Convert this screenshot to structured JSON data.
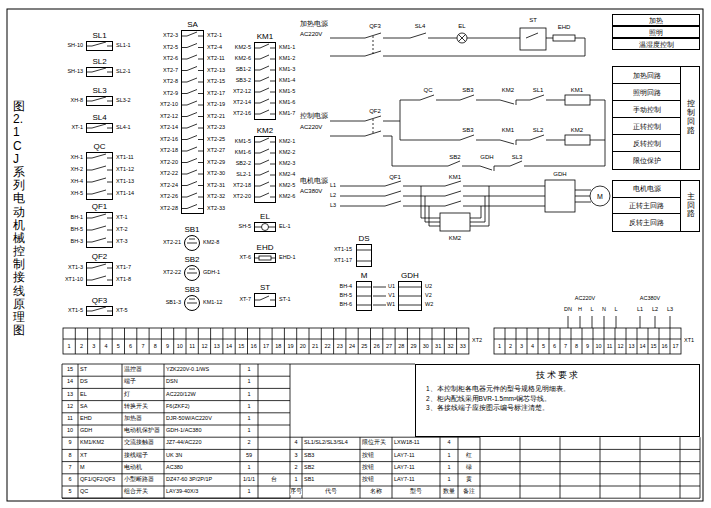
{
  "diagram": {
    "title": "图2.1 CJ系列电动机械控制接线原理图",
    "nodes": [
      {
        "text": [
          "SL1"
        ]
      },
      {
        "text": [
          "SL2"
        ]
      },
      {
        "text": [
          "SL3"
        ]
      },
      {
        "text": [
          "SL4"
        ]
      },
      {
        "text": [
          "QC"
        ]
      },
      {
        "text": [
          "QF1"
        ]
      },
      {
        "text": [
          "QF2"
        ]
      },
      {
        "text": [
          "QF3"
        ]
      },
      {
        "text": [
          "SA"
        ]
      },
      {
        "text": [
          "SB1"
        ]
      },
      {
        "text": [
          "SB2"
        ]
      },
      {
        "text": [
          "SB3"
        ]
      },
      {
        "text": [
          "KM1"
        ]
      },
      {
        "text": [
          "KM2"
        ]
      },
      {
        "text": [
          "EL"
        ]
      },
      {
        "text": [
          "EHD"
        ]
      },
      {
        "text": [
          "ST"
        ]
      },
      {
        "text": [
          "DS"
        ]
      },
      {
        "text": [
          "M"
        ]
      },
      {
        "text": [
          "GDH"
        ]
      },
      {
        "text": [
          "加热"
        ]
      },
      {
        "text": [
          "照明"
        ]
      },
      {
        "text": [
          "温湿度控制"
        ]
      },
      {
        "text": [
          "控制回路"
        ]
      },
      {
        "text": [
          "加热回路"
        ],
        "in": 23
      },
      {
        "text": [
          "照明回路"
        ],
        "in": 23
      },
      {
        "text": [
          "手动控制"
        ],
        "in": 23
      },
      {
        "text": [
          "正转控制"
        ],
        "in": 23
      },
      {
        "text": [
          "反转控制"
        ],
        "in": 23
      },
      {
        "text": [
          "限位保护"
        ],
        "in": 23
      },
      {
        "text": [
          "主回路"
        ]
      },
      {
        "text": [
          "电机电源"
        ],
        "in": 30
      },
      {
        "text": [
          "正转主回路"
        ],
        "in": 30
      },
      {
        "text": [
          "反转主回路"
        ],
        "in": 30
      },
      {
        "text": [
          "技术要求",
          "1、本控制柜各电器元件的型号规格见明细表。",
          "2、柜内配线采用BVR-1.5mm²铜芯导线。",
          "3、各接线端子应按图示编号标注清楚。"
        ]
      }
    ],
    "labels": [
      "SH-10",
      "SL1-1",
      "SH-13",
      "SL2-1",
      "XH-8",
      "SL3-2",
      "XT-1",
      "SL4-1",
      "XH-1",
      "XT1-11",
      "XH-2",
      "XT1-12",
      "XH-4",
      "XT1-13",
      "XH-5",
      "XT1-14",
      "BH-1",
      "XT-1",
      "BH-5",
      "XT-2",
      "BH-3",
      "XT-3",
      "XT1-3",
      "XT1-7",
      "XT1-10",
      "XT1-8",
      "XT1-5",
      "XT-5",
      "XT2-3",
      "XT2-1",
      "XT2-5",
      "XT2-4",
      "XT2-6",
      "XT2-11",
      "XT2-7",
      "XT2-13",
      "XT2-8",
      "XT2-15",
      "XT2-9",
      "XT2-17",
      "XT2-10",
      "XT2-19",
      "XT2-12",
      "XT2-21",
      "XT2-14",
      "XT2-23",
      "XT2-16",
      "XT2-25",
      "XT2-18",
      "XT2-27",
      "XT2-20",
      "XT2-29",
      "XT2-22",
      "XT2-30",
      "XT2-24",
      "XT2-31",
      "XT2-26",
      "XT2-32",
      "XT2-28",
      "XT2-33",
      "KM2-5",
      "KM1-1",
      "KM2-6",
      "KM1-2",
      "SB1-2",
      "KM1-3",
      "SB3-2",
      "KM1-4",
      "XT2-12",
      "KM1-5",
      "XT2-14",
      "KM1-6",
      "XT2-16",
      "KM1-7",
      "KM1-5",
      "KM2-1",
      "KM1-6",
      "KM2-2",
      "SB2-2",
      "KM2-3",
      "SL2-1",
      "KM2-4",
      "XT2-18",
      "KM2-5",
      "XT2-20",
      "KM2-6",
      "XT2-21",
      "KM2-8",
      "XT2-22",
      "GDH-1",
      "SB1-3",
      "KM1-12",
      "SH-5",
      "EL-1",
      "XT-6",
      "EHD-1",
      "XT-7",
      "ST-1",
      "XT1-15",
      "XT1-17",
      "BH-4",
      "BH-5",
      "BH-6",
      "U1",
      "U2",
      "V1",
      "V2",
      "W1",
      "W2",
      "加热电源",
      "AC220V",
      "QF3",
      "SL4",
      "EL",
      "ST",
      "EHD",
      "QC",
      "SB3",
      "KM1",
      "KM2",
      "SL1",
      "SB3",
      "KM1",
      "KM2",
      "SL2",
      "控制电源",
      "AC220V",
      "QF2",
      "SB2",
      "GDH",
      "SL3",
      "电机电源",
      "AC380V",
      "L1",
      "L2",
      "L3",
      "QF1",
      "KM1",
      "KM2",
      "GDH",
      "M",
      "AC220V",
      "AC380V",
      "DN",
      "H",
      "L",
      "N",
      "L",
      "L1",
      "L2",
      "L3",
      "XT2",
      "1",
      "2",
      "3",
      "4",
      "5",
      "6",
      "7",
      "8",
      "9",
      "10",
      "11",
      "12",
      "13",
      "14",
      "15",
      "16",
      "17",
      "18",
      "19",
      "20",
      "21",
      "22",
      "23",
      "24",
      "25",
      "26",
      "27",
      "28",
      "29",
      "30",
      "31",
      "32",
      "33",
      "XT1",
      "1",
      "2",
      "3",
      "4",
      "5",
      "6",
      "7",
      "8",
      "9",
      "10",
      "11",
      "12",
      "13",
      "14",
      "15",
      "16",
      "17",
      "15",
      "ST",
      "温控器",
      "YZK220V-0.1/WS",
      "1",
      "14",
      "DS",
      "端子",
      "DSN",
      "1",
      "13",
      "EL",
      "灯",
      "AC220/12W",
      "1",
      "12",
      "SA",
      "转换开关",
      "F6(ZKF2)",
      "1",
      "11",
      "EHD",
      "加热器",
      "DJR-50W/AC220V",
      "1",
      "10",
      "GDH",
      "电动机保护器",
      "GDH-1/AC380",
      "1",
      "9",
      "KM1/KM2",
      "交流接触器",
      "JZ7-44/AC220",
      "2",
      "8",
      "XT",
      "接线端子",
      "UK 3N",
      "59",
      "7",
      "M",
      "电动机",
      "AC380",
      "1",
      "6",
      "QF1/QF2/QF3",
      "小型断路器",
      "DZ47-60 3P/2P/1P",
      "1/1/1",
      "台",
      "5",
      "QC",
      "组合开关",
      "LAY39-40X/3",
      "1",
      "4",
      "SL1/SL2/SL3/SL4",
      "限位开关",
      "LXW18-11",
      "4",
      "3",
      "SB3",
      "按钮",
      "LAY7-11",
      "1",
      "红",
      "2",
      "SB2",
      "按钮",
      "LAY7-11",
      "1",
      "绿",
      "1",
      "SB1",
      "按钮",
      "LAY7-11",
      "1",
      "黄",
      "序号",
      "代号",
      "名称",
      "型号",
      "数量",
      "备注"
    ]
  }
}
